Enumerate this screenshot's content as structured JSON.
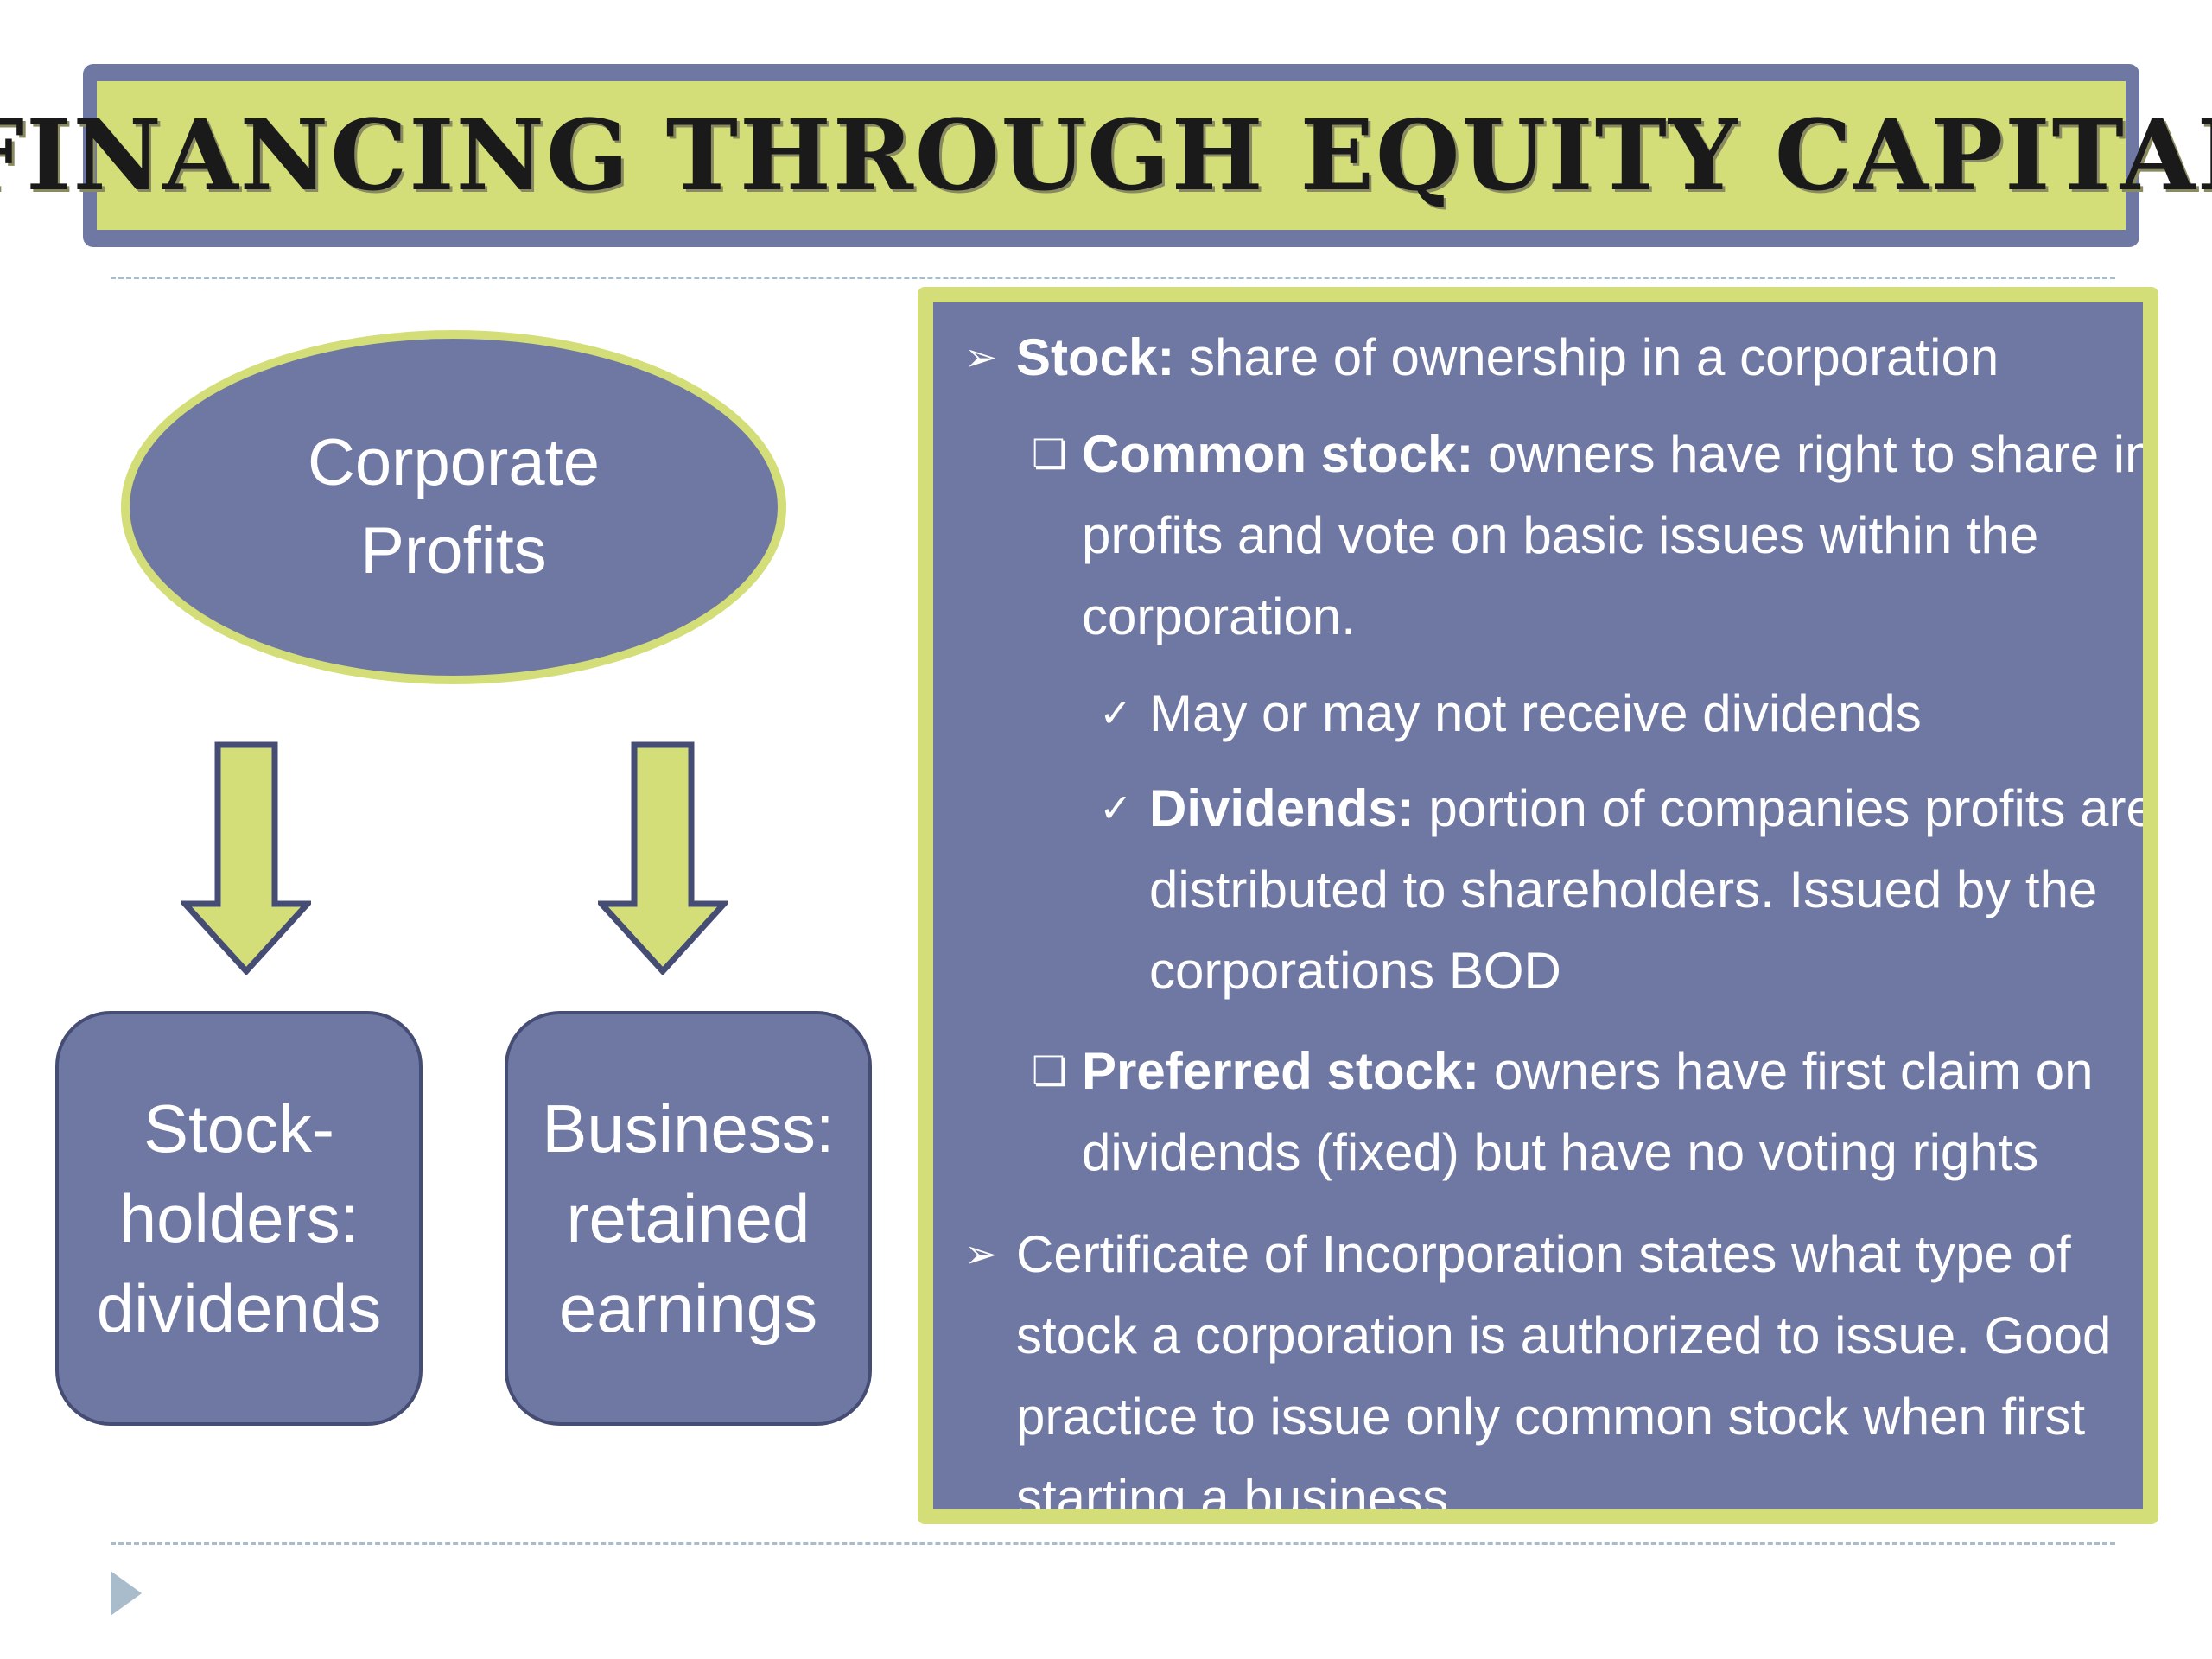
{
  "title": "FINANCING THROUGH EQUITY CAPITAL",
  "diagram": {
    "top_node": "Corporate\nProfits",
    "left_node": "Stock-\nholders:\ndividends",
    "right_node": "Business:\nretained\nearnings"
  },
  "colors": {
    "slate": "#6f78a3",
    "lime": "#d4de79",
    "dash": "#a9bccb"
  },
  "icons": {
    "level1": "arrowhead-bullet-icon",
    "level2": "checkbox-bullet-icon",
    "level3": "checkmark-bullet-icon"
  },
  "bullets": {
    "stock": {
      "term": "Stock:",
      "text": " share of ownership in a corporation"
    },
    "common": {
      "term": "Common stock:",
      "line1": " owners have right to share in",
      "line2": "profits and vote on basic issues within the",
      "line3": "corporation."
    },
    "dividends_maybe": {
      "text": "May or may not receive dividends"
    },
    "dividends_def": {
      "term": "Dividends:",
      "line1": " portion of companies profits are",
      "line2": "distributed to shareholders. Issued by the",
      "line3": "corporations BOD"
    },
    "preferred": {
      "term": "Preferred stock:",
      "line1": " owners have first claim on",
      "line2": "dividends (fixed) but have no voting rights"
    },
    "certificate": {
      "line1": "Certificate of Incorporation states what type of",
      "line2": "stock a corporation is authorized to issue. Good",
      "line3": "practice to issue only common stock when first",
      "line4": "starting a business"
    }
  }
}
